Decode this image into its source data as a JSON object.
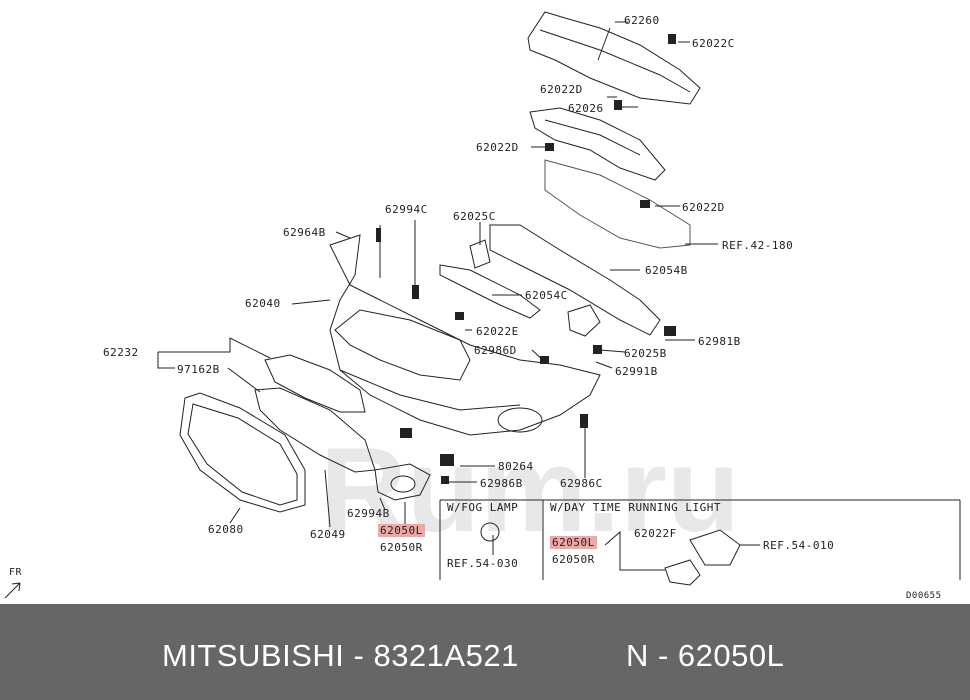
{
  "parts": {
    "p62260": "62260",
    "p62022C": "62022C",
    "p62022D_a": "62022D",
    "p62026": "62026",
    "p62022D_b": "62022D",
    "p62022D_c": "62022D",
    "ref42": "REF.42-180",
    "p62994C": "62994C",
    "p62025C": "62025C",
    "p62964B": "62964B",
    "p62054B": "62054B",
    "p62040": "62040",
    "p62054C": "62054C",
    "p62022E": "62022E",
    "p62981B": "62981B",
    "p62232": "62232",
    "p62986D": "62986D",
    "p62025B": "62025B",
    "p97162B": "97162B",
    "p62991B": "62991B",
    "p80264": "80264",
    "p62986B": "62986B",
    "p62986C": "62986C",
    "p62994B": "62994B",
    "p62050L_a": "62050L",
    "p62050R_a": "62050R",
    "p62080": "62080",
    "p62049": "62049",
    "fog_title": "W/FOG LAMP",
    "ref54_030": "REF.54-030",
    "drl_title": "W/DAY TIME RUNNING LIGHT",
    "p62022F": "62022F",
    "ref54_010": "REF.54-010",
    "p62050L_b": "62050L",
    "p62050R_b": "62050R",
    "fr": "FR",
    "diagram_code": "D00655"
  },
  "footer": {
    "brand": "MITSUBISHI - 8321A521",
    "part": "N - 62050L"
  },
  "watermark": {
    "text": "Rum.ru"
  },
  "colors": {
    "line": "#222222",
    "highlight": "#f4a6a6",
    "footer_bg": "#666666"
  }
}
